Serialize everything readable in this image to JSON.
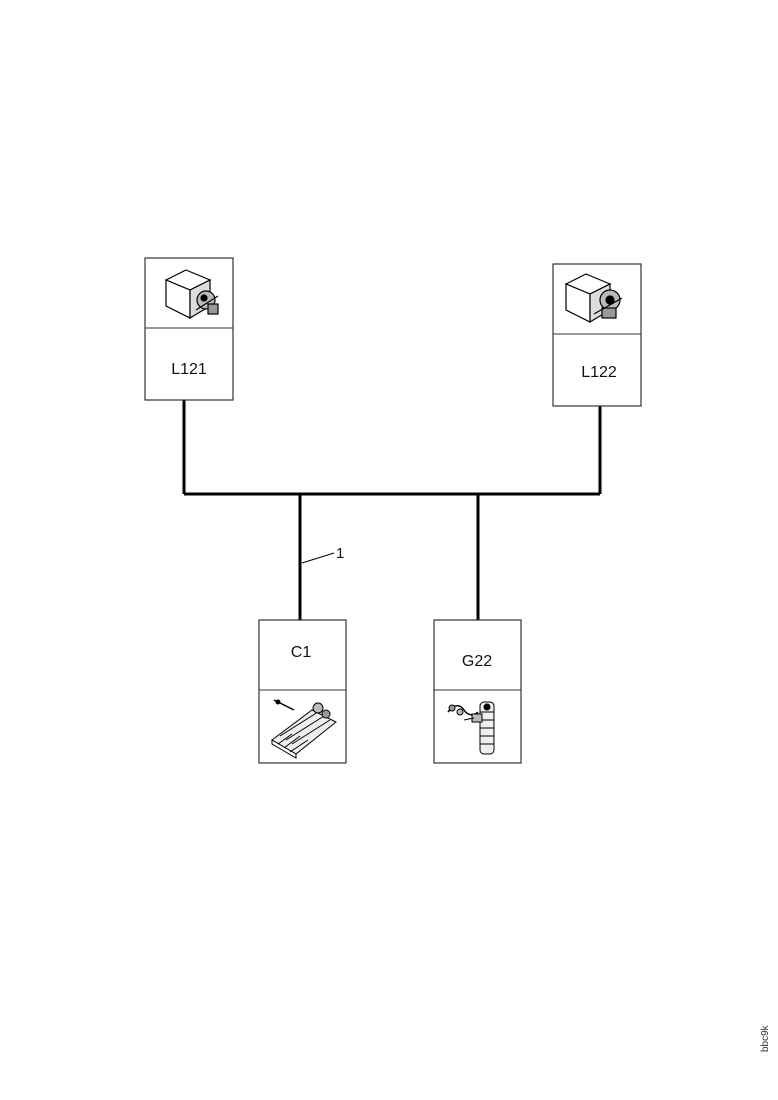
{
  "components": {
    "l121": {
      "label": "L121",
      "icon": "relay-icon"
    },
    "l122": {
      "label": "L122",
      "icon": "relay-icon"
    },
    "c1": {
      "label": "C1",
      "icon": "connector-block-icon"
    },
    "g22": {
      "label": "G22",
      "icon": "sensor-icon"
    }
  },
  "wires": {
    "callout": "1"
  },
  "footer": {
    "watermark": "bbc9k"
  },
  "colors": {
    "line": "#000000",
    "box_border": "#333333",
    "background": "#ffffff"
  }
}
